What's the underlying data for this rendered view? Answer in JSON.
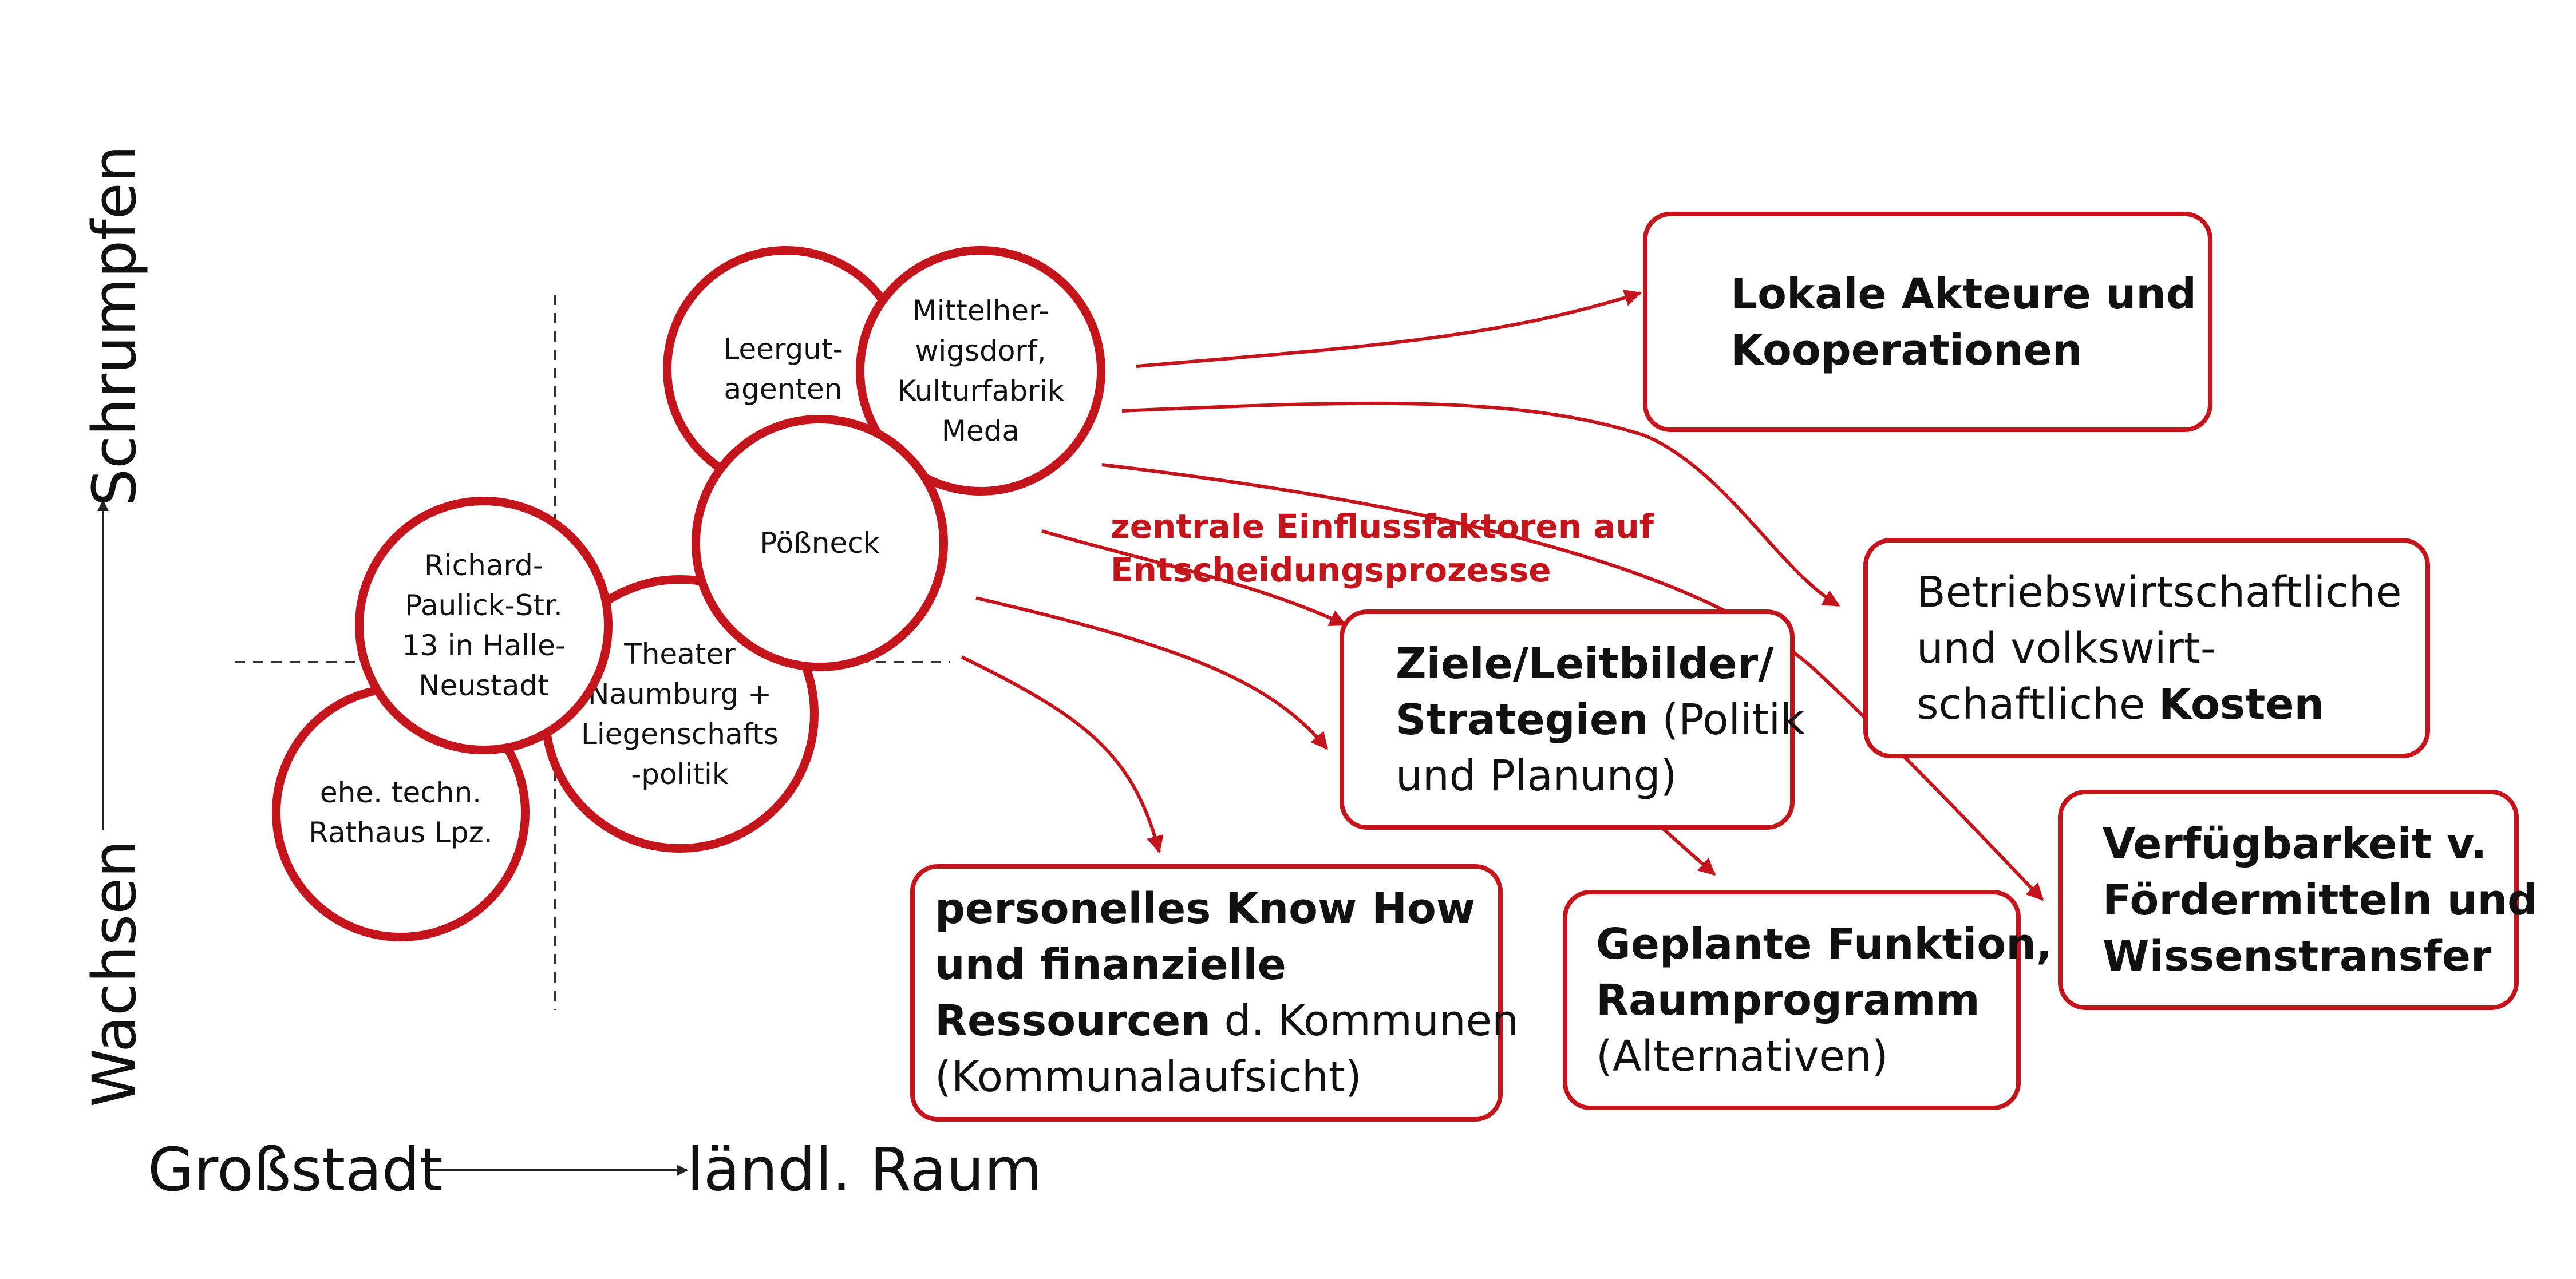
{
  "axes": {
    "y_bottom": "Wachsen",
    "y_top": "Schrumpfen",
    "x_left": "Großstadt",
    "x_right": "ländl. Raum"
  },
  "circles": {
    "leergut": "Leergut-\nagenten",
    "mittel": "Mittelher-\nwigsdorf,\nKulturfabrik\nMeda",
    "poessneck": "Pößneck",
    "richard": "Richard-\nPaulick-Str.\n13 in Halle-\nNeustadt",
    "theater": "Theater\nNaumburg +\nLiegenschafts\n-politik",
    "rathaus": "ehe. techn.\nRathaus Lpz."
  },
  "annotation": {
    "line1": "zentrale Einflussfaktoren auf",
    "line2": "Entscheidungsprozesse"
  },
  "boxes": {
    "lokale": {
      "line1": "Lokale Akteure und",
      "line2": "Kooperationen"
    },
    "betrieb": {
      "line1": "Betriebswirtschaftliche",
      "line2": "und volkswirt-",
      "line3_normal": "schaftliche ",
      "line3_bold": "Kosten"
    },
    "ziele": {
      "line1": "Ziele/Leitbilder/",
      "line2_bold": "Strategien",
      "line2_normal": " (Politik",
      "line3": "und Planung)"
    },
    "verfueg": {
      "line1": "Verfügbarkeit v.",
      "line2": "Fördermitteln und",
      "line3": "Wissenstransfer"
    },
    "personell": {
      "line1": "personelles Know How",
      "line2": "und finanzielle",
      "line3_bold": "Ressourcen",
      "line3_normal": " d. Kommunen",
      "line4": "(Kommunalaufsicht)"
    },
    "geplant": {
      "line1": "Geplante Funktion,",
      "line2": "Raumprogramm",
      "line3": "(Alternativen)"
    }
  },
  "colors": {
    "accent": "#c4141c",
    "text": "#111111"
  }
}
